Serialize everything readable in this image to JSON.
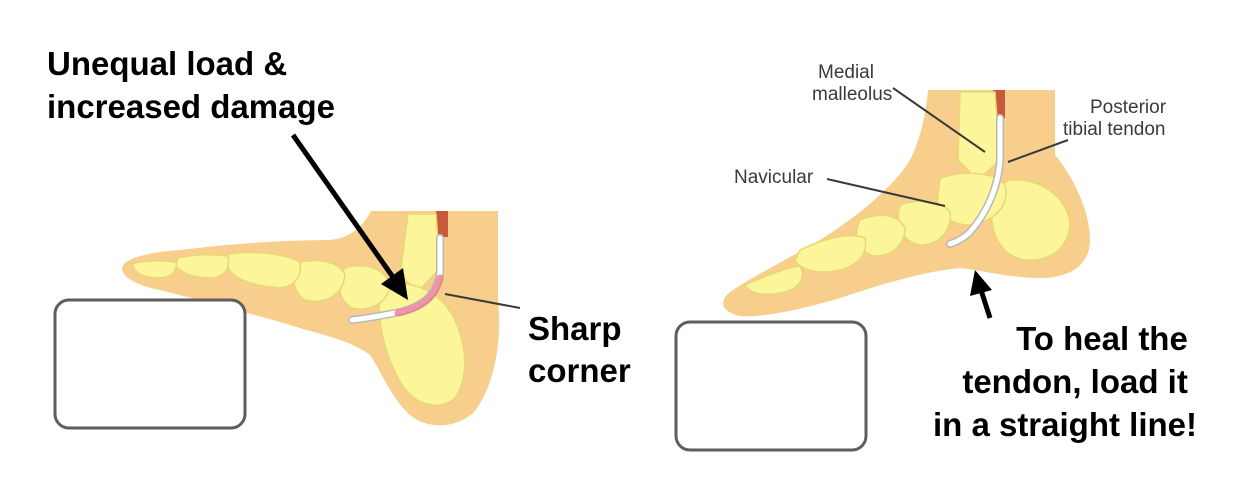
{
  "left_panel": {
    "caption_lines": [
      "Unequal load &",
      "increased damage"
    ],
    "corner_lines": [
      "Sharp",
      "corner"
    ]
  },
  "right_panel": {
    "labels": {
      "medial_malleolus": [
        "Medial",
        "malleolus"
      ],
      "posterior_tibial_tendon": [
        "Posterior",
        "tibial tendon"
      ],
      "navicular": [
        "Navicular"
      ]
    },
    "heal_lines": [
      "To heal the",
      "tendon, load it",
      "in a straight line!"
    ]
  },
  "colors": {
    "skin": "#F7CE8C",
    "bone": "#FCF59A",
    "bone_outline": "#E7D873",
    "tendon": "#FFFFFF",
    "damage": "#E8738A",
    "muscle": "#C75A3A",
    "box_stroke": "#5E5E5E"
  }
}
